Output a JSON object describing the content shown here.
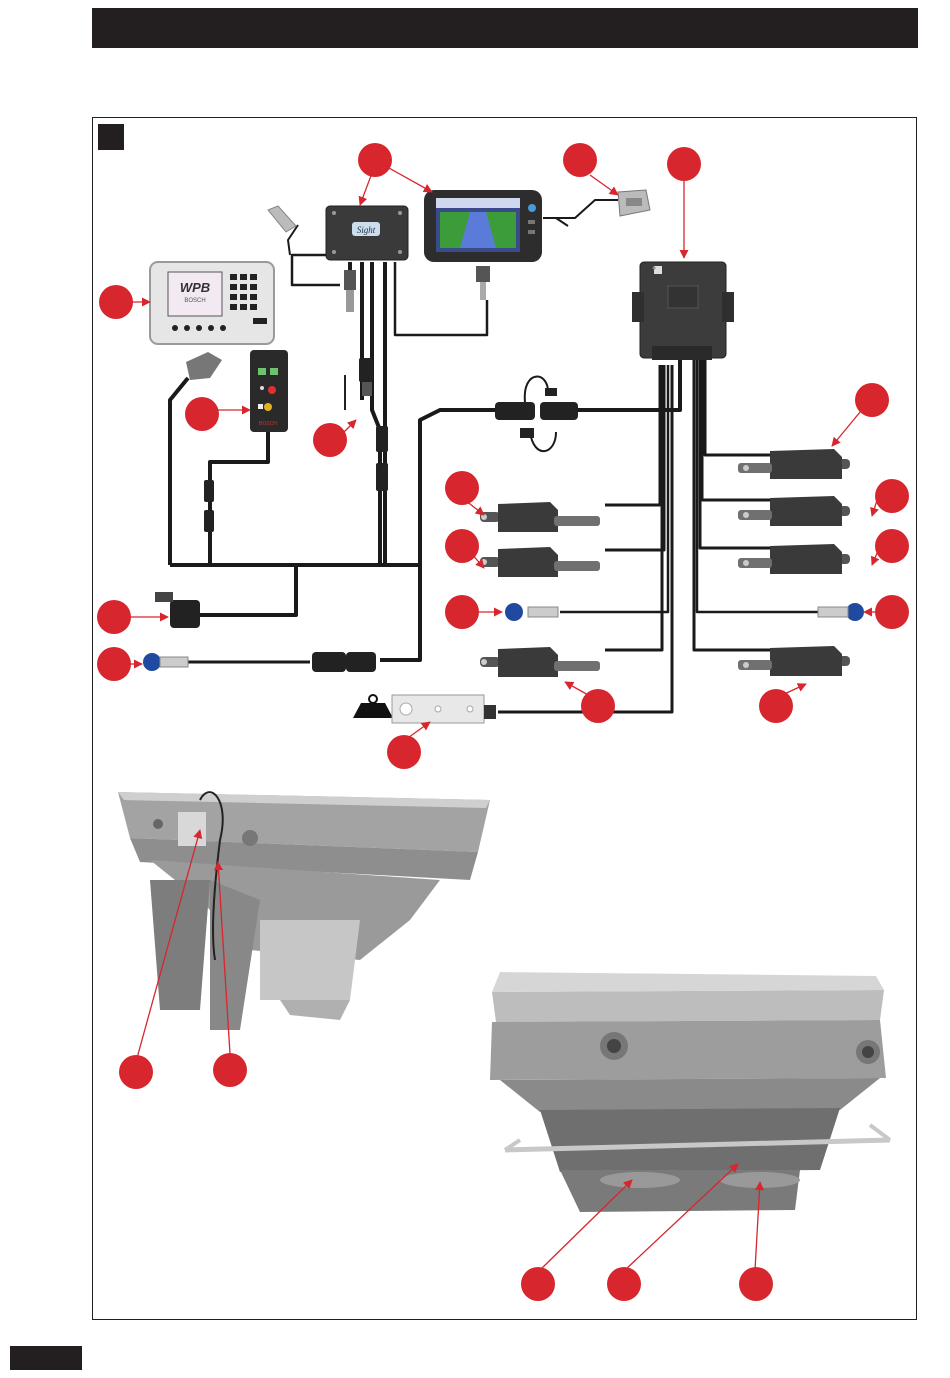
{
  "colors": {
    "callout_red": "#d7262e",
    "cable": "#1a1a1a",
    "component_dark": "#3c3c3c",
    "header": "#231f20"
  },
  "terminal_screen": {
    "brand": "WPB",
    "maker": "BOSCH"
  },
  "control_box": {
    "logo": "Sight"
  },
  "remote": {
    "maker": "BOSCH"
  },
  "callouts": [
    "callout-1",
    "callout-2",
    "callout-3",
    "callout-4",
    "callout-5",
    "callout-6",
    "callout-7",
    "callout-8",
    "callout-9",
    "callout-10",
    "callout-11",
    "callout-12",
    "callout-13",
    "callout-14",
    "callout-15",
    "callout-16",
    "callout-17",
    "callout-18",
    "callout-19",
    "callout-20",
    "callout-21",
    "callout-22",
    "callout-23",
    "callout-24",
    "callout-25"
  ],
  "icons": [
    "weight-icon",
    "actuator-icon",
    "sensor-icon",
    "connector-icon"
  ]
}
